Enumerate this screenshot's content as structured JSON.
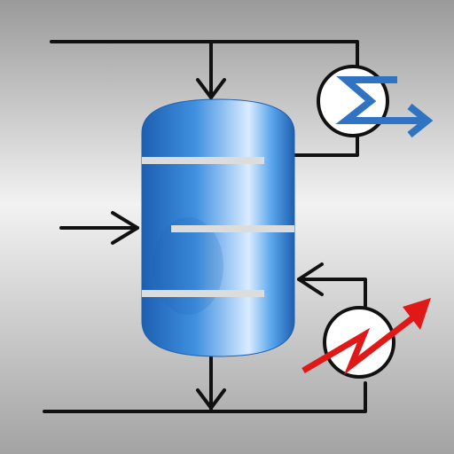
{
  "icon": {
    "colors": {
      "background_light": "#f2f2f2",
      "background_dark": "#9a9a9a",
      "line": "#111111",
      "vessel_light": "#d9ecff",
      "vessel_mid": "#3f90e0",
      "vessel_dark": "#1d5fb0",
      "tray": "#dcdcdc",
      "condenser_symbol": "#2f73c2",
      "reboiler_symbol": "#e01818",
      "exchanger_fill": "#ffffff"
    },
    "components": {
      "column": "distillation-column",
      "condenser": "heat-exchanger-sigma",
      "reboiler": "heat-exchanger-zigzag",
      "trays": 3
    }
  }
}
